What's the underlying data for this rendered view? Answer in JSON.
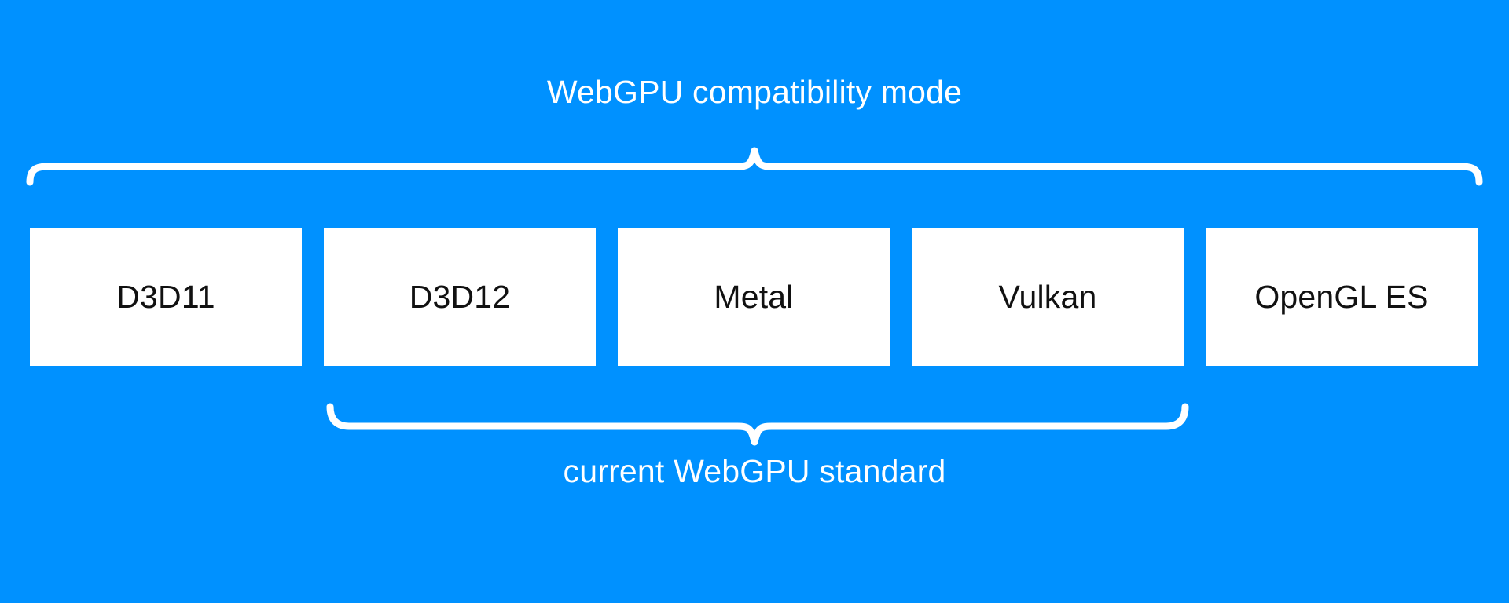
{
  "diagram": {
    "background_color": "#0091ff",
    "box_fill_color": "#ffffff",
    "box_text_color": "#111111",
    "brace_color": "#ffffff",
    "top_brace": {
      "label": "WebGPU compatibility mode",
      "spans_boxes": [
        "D3D11",
        "D3D12",
        "Metal",
        "Vulkan",
        "OpenGL ES"
      ]
    },
    "bottom_brace": {
      "label": "current WebGPU standard",
      "spans_boxes": [
        "D3D12",
        "Metal",
        "Vulkan"
      ]
    },
    "boxes": [
      {
        "label": "D3D11",
        "key": "d3d11"
      },
      {
        "label": "D3D12",
        "key": "d3d12"
      },
      {
        "label": "Metal",
        "key": "metal"
      },
      {
        "label": "Vulkan",
        "key": "vulkan"
      },
      {
        "label": "OpenGL ES",
        "key": "opengles"
      }
    ]
  }
}
